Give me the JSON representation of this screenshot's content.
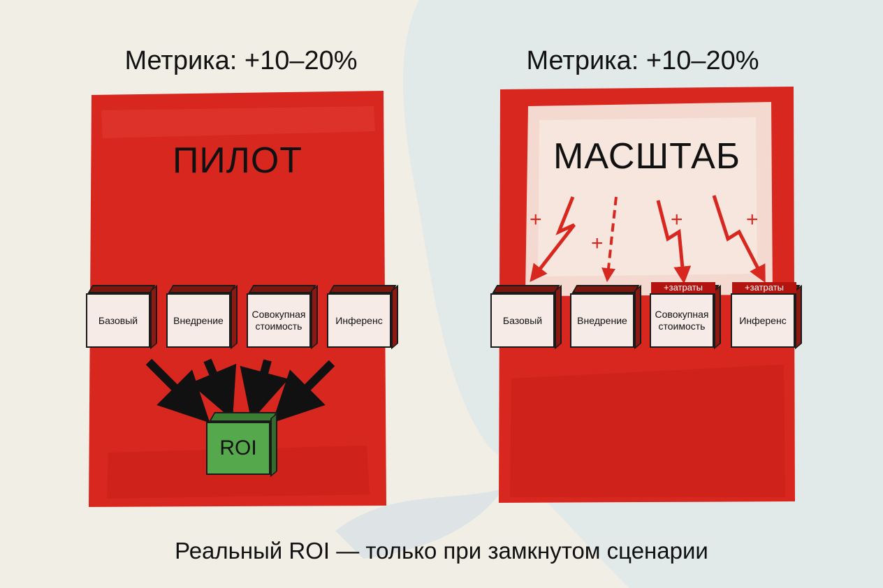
{
  "metrics": {
    "left": "Метрика: +10–20%",
    "right": "Метрика: +10–20%"
  },
  "pilot": {
    "title": "ПИЛОТ",
    "boxes": [
      "Базовый",
      "Внедрение",
      "Совокупная стоимость",
      "Инференс"
    ],
    "result": "ROI"
  },
  "scale": {
    "title": "МАСШТАБ",
    "boxes": [
      "Базовый",
      "Внедрение",
      "Совокупная стоимость",
      "Инференс"
    ],
    "cost_tag": "+затраты",
    "plus": "+"
  },
  "caption": "Реальный ROI — только при замкнутом сценарии",
  "colors": {
    "panel_red": "#d7271f",
    "roi_green": "#55a84b",
    "background": "#f1eee6"
  }
}
